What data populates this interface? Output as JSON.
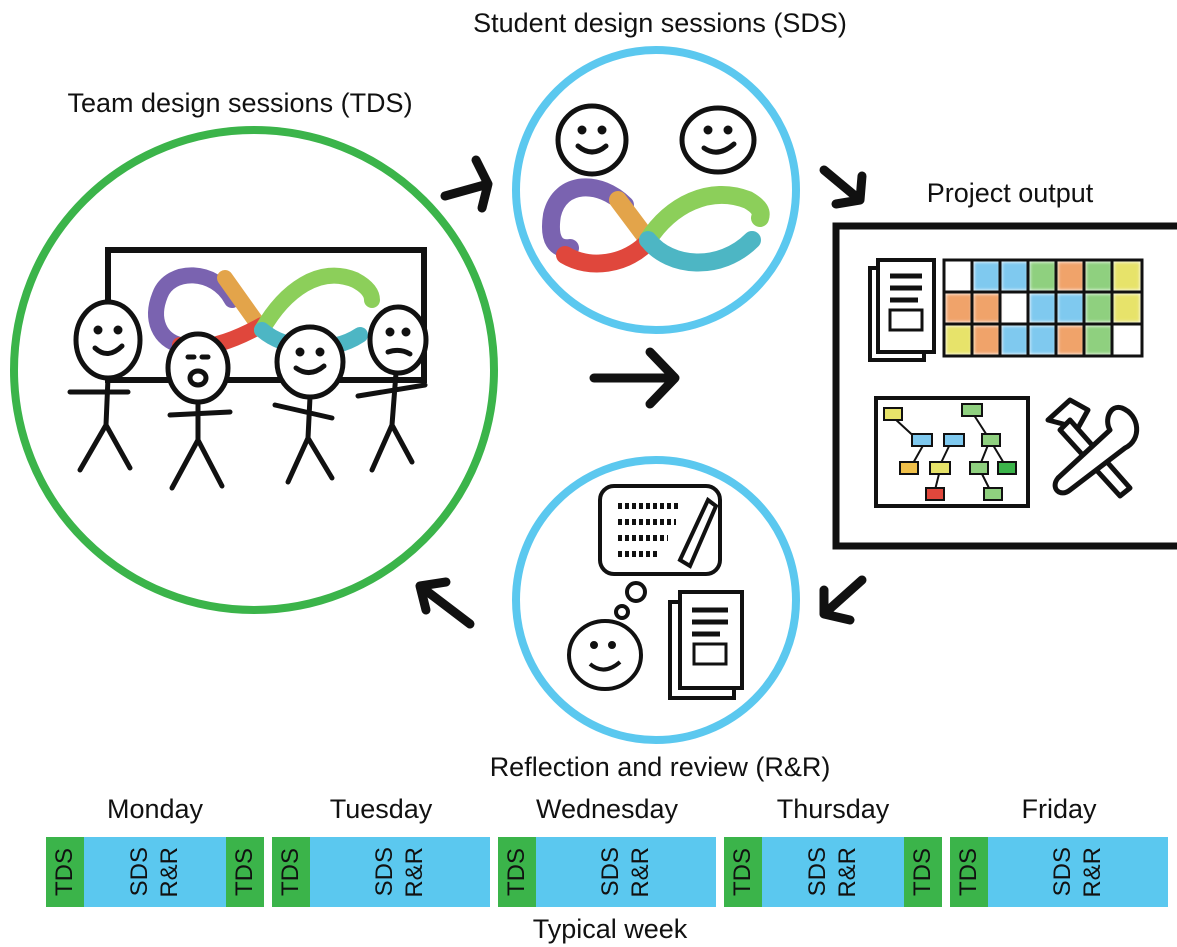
{
  "labels": {
    "sds": "Student design sessions (SDS)",
    "tds": "Team design sessions (TDS)",
    "output": "Project output",
    "rr": "Reflection and review (R&R)",
    "week": "Typical week"
  },
  "colors": {
    "tds": "#3bb44a",
    "sds": "#5bc8ef",
    "purple": "#7a63b0",
    "orange": "#e3a44a",
    "green": "#8ccf5a",
    "red": "#e0473c",
    "teal": "#4db6c4"
  },
  "week": {
    "days": [
      {
        "name": "Monday",
        "segments": [
          {
            "type": "tds",
            "labels": [
              "TDS"
            ]
          },
          {
            "type": "sds",
            "labels": [
              "SDS",
              "R&R"
            ]
          },
          {
            "type": "tds",
            "labels": [
              "TDS"
            ]
          }
        ]
      },
      {
        "name": "Tuesday",
        "segments": [
          {
            "type": "tds",
            "labels": [
              "TDS"
            ]
          },
          {
            "type": "sds",
            "labels": [
              "SDS",
              "R&R"
            ]
          }
        ]
      },
      {
        "name": "Wednesday",
        "segments": [
          {
            "type": "tds",
            "labels": [
              "TDS"
            ]
          },
          {
            "type": "sds",
            "labels": [
              "SDS",
              "R&R"
            ]
          }
        ]
      },
      {
        "name": "Thursday",
        "segments": [
          {
            "type": "tds",
            "labels": [
              "TDS"
            ]
          },
          {
            "type": "sds",
            "labels": [
              "SDS",
              "R&R"
            ]
          },
          {
            "type": "tds",
            "labels": [
              "TDS"
            ]
          }
        ]
      },
      {
        "name": "Friday",
        "segments": [
          {
            "type": "tds",
            "labels": [
              "TDS"
            ]
          },
          {
            "type": "sds",
            "labels": [
              "SDS",
              "R&R"
            ]
          }
        ]
      }
    ]
  }
}
